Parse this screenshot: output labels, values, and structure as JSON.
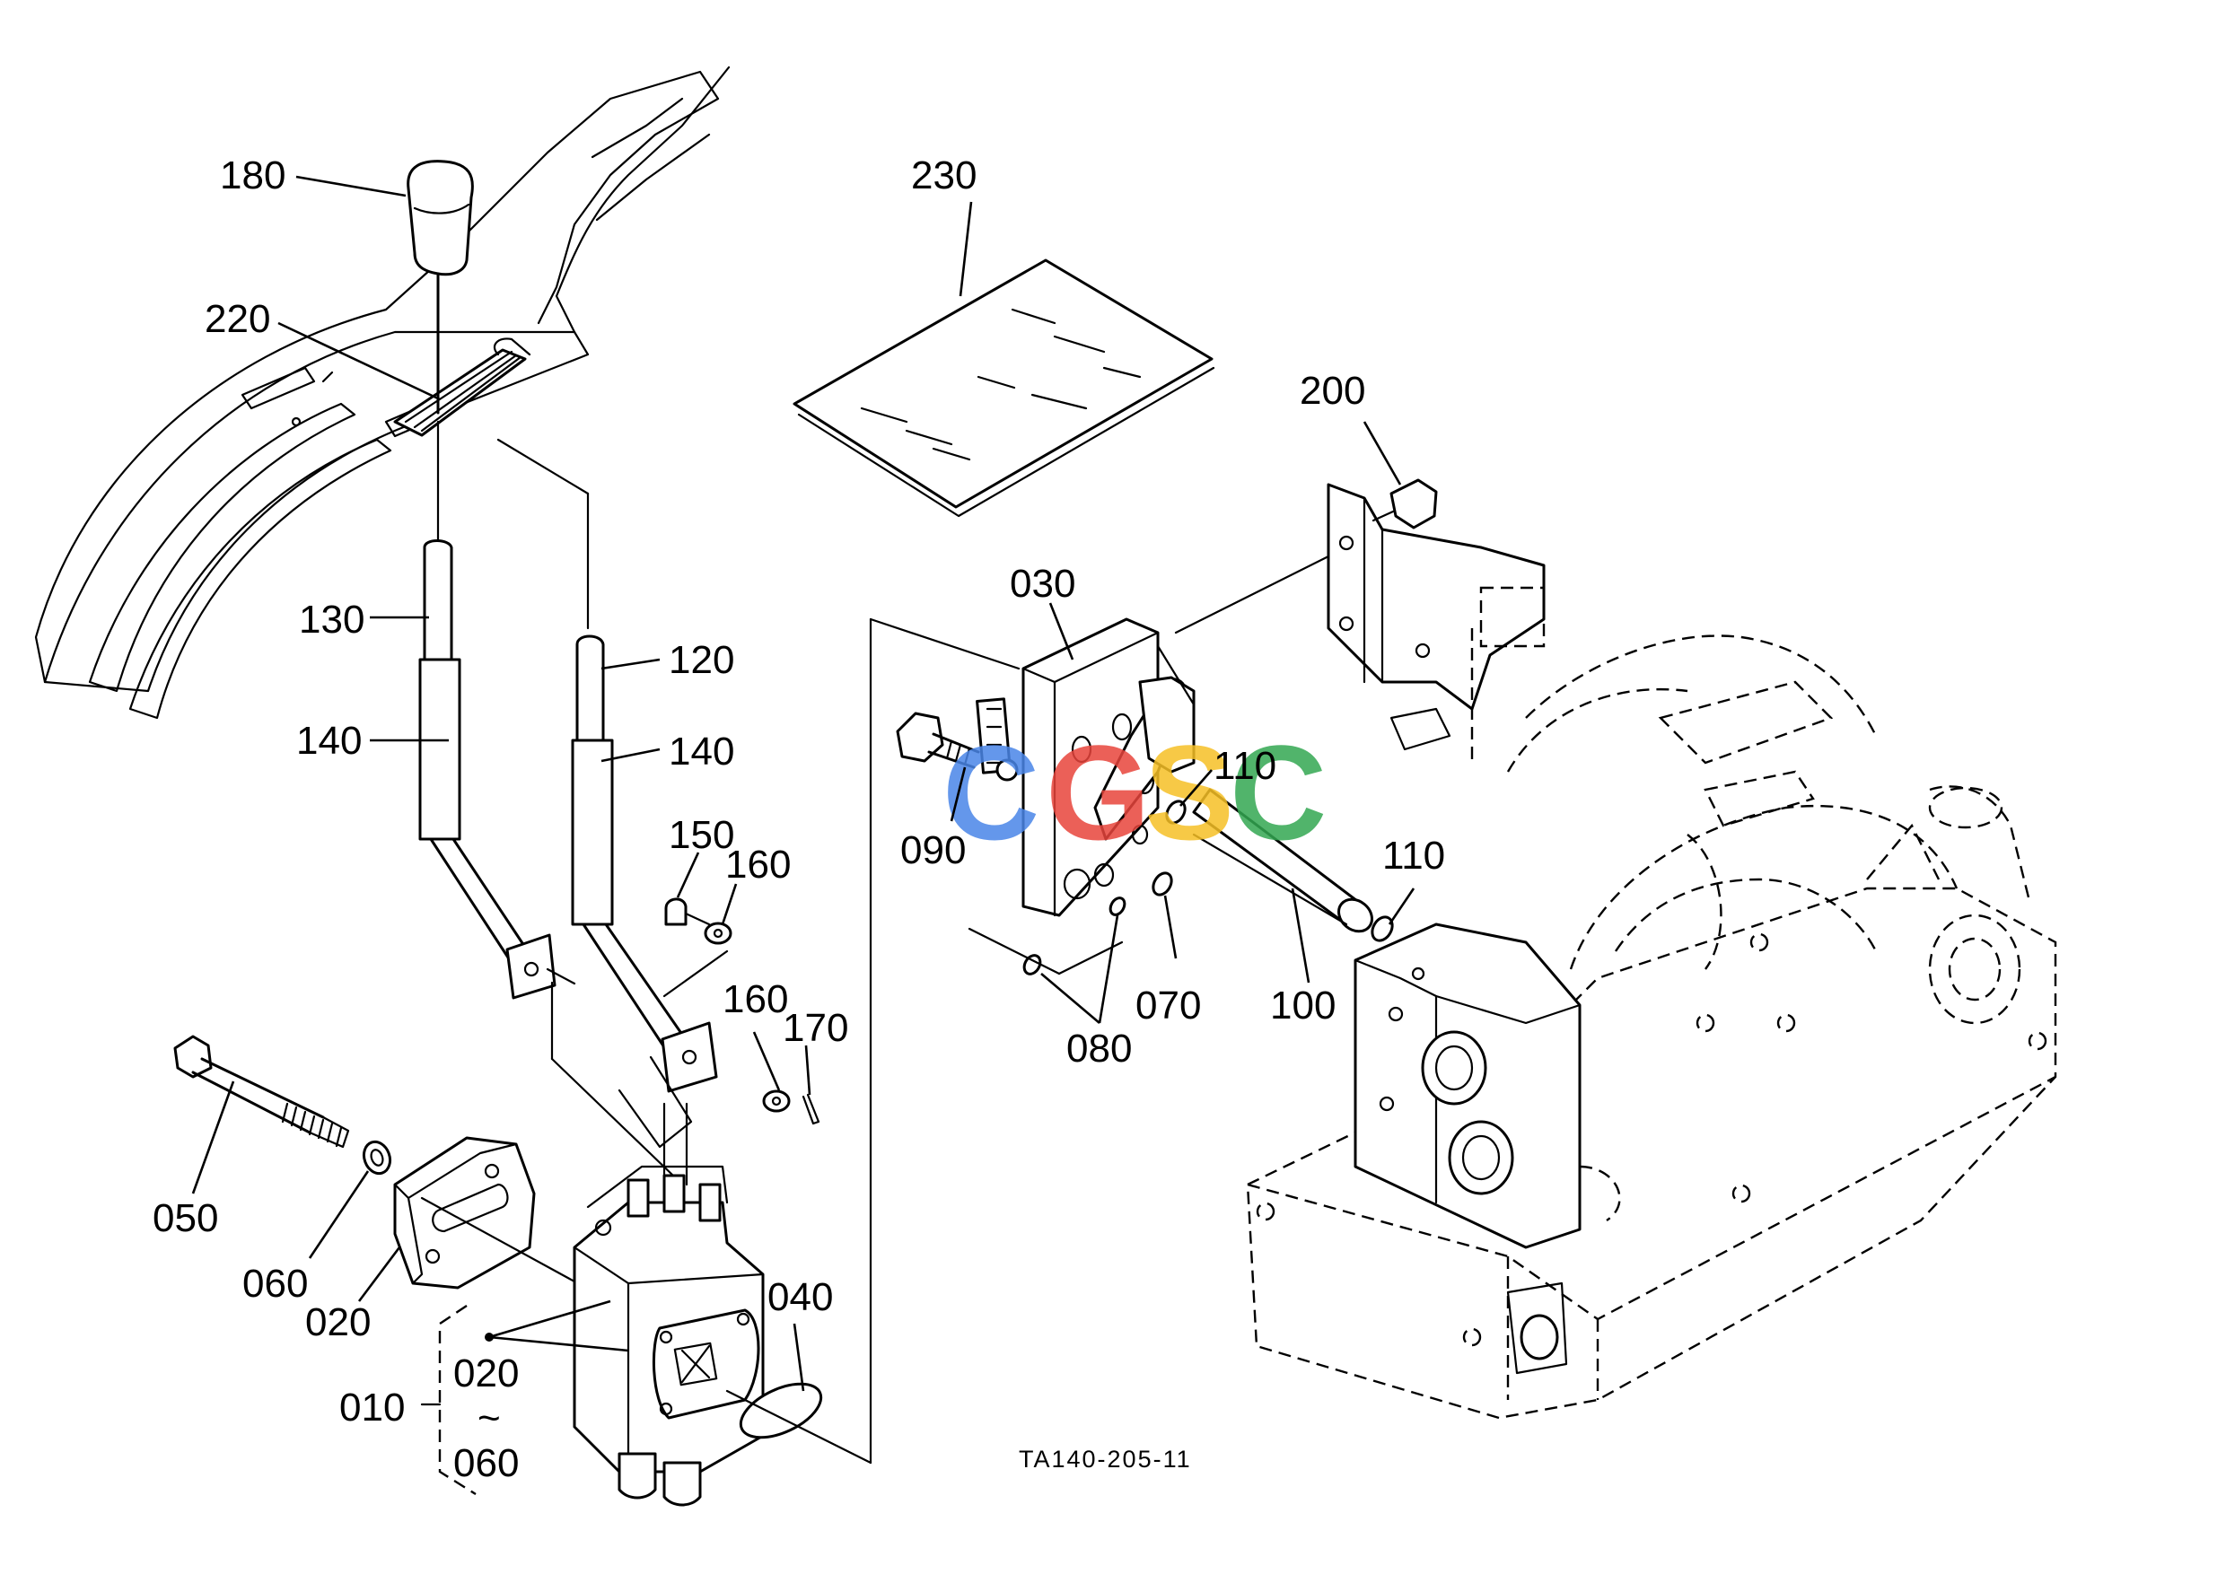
{
  "diagram": {
    "drawing_code": "TA140-205-11",
    "watermark": {
      "letters": [
        "C",
        "G",
        "S",
        "C"
      ],
      "colors": [
        "#4a86e8",
        "#e8453c",
        "#f6c026",
        "#33a852"
      ]
    },
    "callouts": {
      "p180": "180",
      "p220": "220",
      "p230": "230",
      "p200": "200",
      "p030": "030",
      "p130": "130",
      "p120": "120",
      "p140a": "140",
      "p140b": "140",
      "p150": "150",
      "p160a": "160",
      "p160b": "160",
      "p170": "170",
      "p090": "090",
      "p110a": "110",
      "p110b": "110",
      "p070": "070",
      "p080": "080",
      "p100": "100",
      "p050": "050",
      "p060": "060",
      "p020a": "020",
      "p040": "040",
      "p010": "010",
      "p020b": "020",
      "tilde": "~",
      "p060b": "060"
    }
  }
}
